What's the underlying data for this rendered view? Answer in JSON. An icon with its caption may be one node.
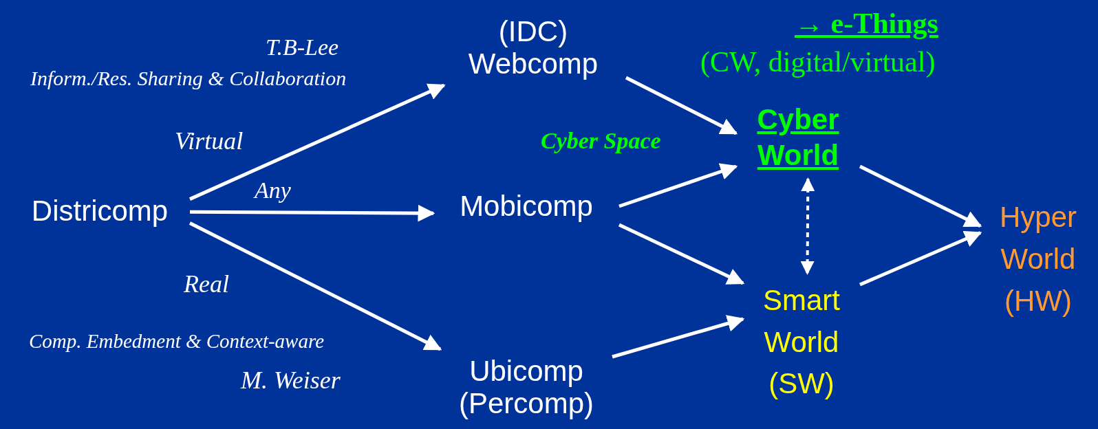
{
  "diagram": {
    "nodes": [
      {
        "text": [
          "Districomp"
        ]
      },
      {
        "text": [
          "(IDC) Webcomp"
        ]
      },
      {
        "text": [
          "Mobicomp"
        ]
      },
      {
        "text": [
          "Ubicomp (Percomp)"
        ]
      },
      {
        "text": [
          "Cyber World"
        ]
      },
      {
        "text": [
          "Smart World (SW)"
        ]
      },
      {
        "text": [
          "Hyper World (HW)"
        ]
      }
    ],
    "edges": [
      {
        "from": 0,
        "to": 1,
        "arrow": "to"
      },
      {
        "from": 0,
        "to": 2,
        "arrow": "to"
      },
      {
        "from": 0,
        "to": 3,
        "arrow": "to"
      },
      {
        "from": 1,
        "to": 4,
        "arrow": "to"
      },
      {
        "from": 2,
        "to": 4,
        "arrow": "to"
      },
      {
        "from": 2,
        "to": 5,
        "arrow": "to"
      },
      {
        "from": 3,
        "to": 5,
        "arrow": "to"
      },
      {
        "from": 4,
        "to": 6,
        "arrow": "to"
      },
      {
        "from": 5,
        "to": 6,
        "arrow": "to"
      },
      {
        "from": 4,
        "to": 5,
        "arrow": "both",
        "style": "dashed"
      }
    ],
    "labels": [
      "→ e-Things",
      "(CW, digital/virtual)",
      "T.B-Lee",
      "Inform./Res. Sharing & Collaboration",
      "Virtual",
      "Cyber Space",
      "Any",
      "Real",
      "Comp. Embedment & Context-aware",
      "M. Weiser"
    ]
  }
}
